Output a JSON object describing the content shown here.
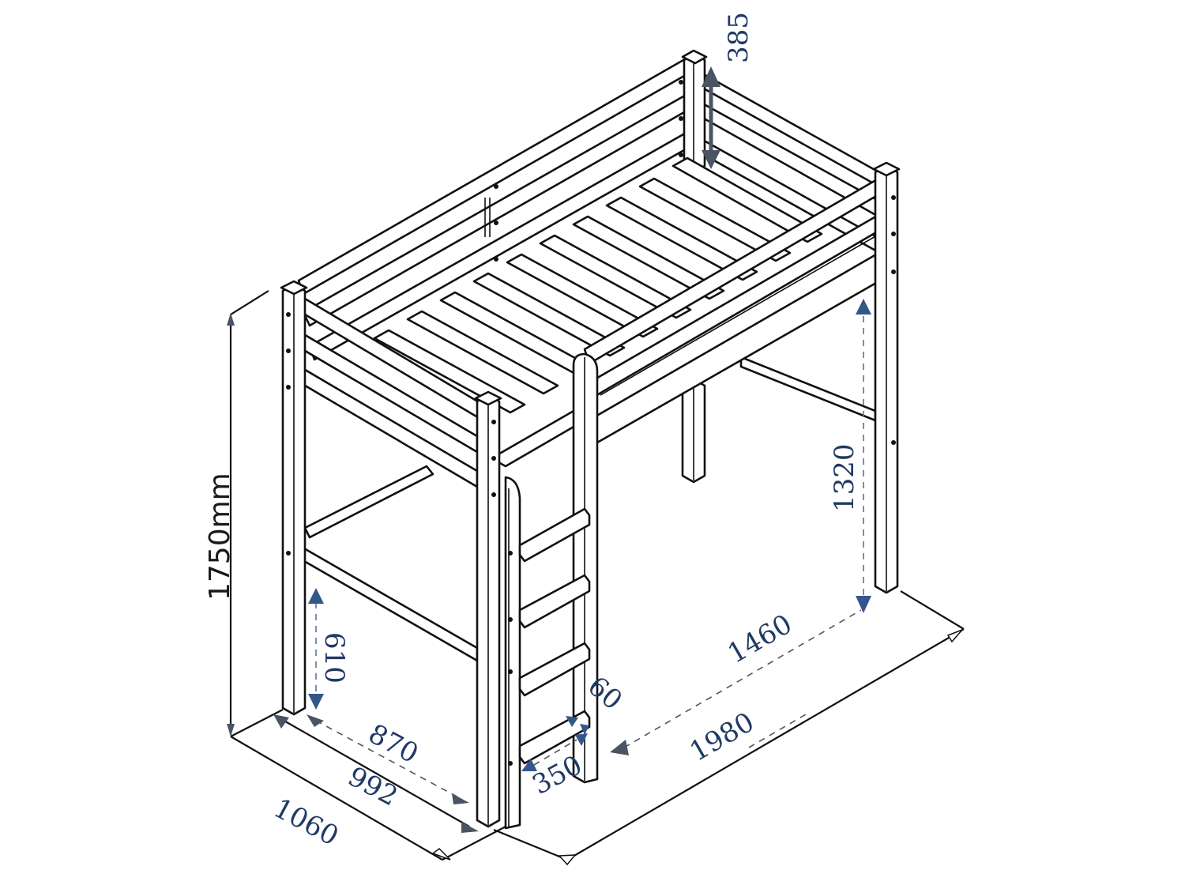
{
  "diagram": {
    "subject": "Loft bed with ladder — dimension drawing",
    "units": "mm",
    "colors": {
      "line": "#111111",
      "dimension_text": "#1f3a63",
      "arrow_blue": "#35568a",
      "arrow_grey": "#4a5463",
      "background": "#ffffff"
    },
    "dimensions": {
      "overall_height": "1750mm",
      "guardrail_height": "385",
      "under_bed_clearance": "1320",
      "end_rail_height": "610",
      "inner_width": "870",
      "bed_width": "992",
      "overall_width": "1060",
      "ladder_width": "350",
      "ladder_step_depth": "60",
      "inner_length": "1460",
      "overall_length": "1980"
    }
  }
}
